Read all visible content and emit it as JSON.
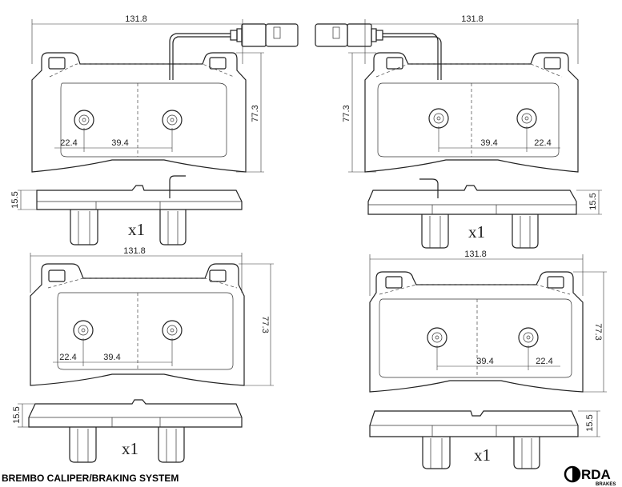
{
  "dimensions": {
    "width_1": "131.8",
    "width_2": "131.8",
    "width_3": "131.8",
    "width_4": "131.8",
    "height_1": "77.3",
    "height_2": "77.3",
    "height_3": "77.3",
    "height_4": "77.3",
    "thickness_1": "15.5",
    "thickness_2": "15.5",
    "thickness_3": "15.5",
    "thickness_4": "15.5",
    "offset_1": "22.4",
    "offset_2": "22.4",
    "offset_3": "22.4",
    "offset_4": "22.4",
    "spacing_1": "39.4",
    "spacing_2": "39.4",
    "spacing_3": "39.4",
    "spacing_4": "39.4"
  },
  "quantity": {
    "q1": "x1",
    "q2": "x1",
    "q3": "x1",
    "q4": "x1"
  },
  "caption": "BREMBO CALIPER/BRAKING SYSTEM",
  "logo": {
    "main": "RDA",
    "sub": "BRAKES"
  }
}
